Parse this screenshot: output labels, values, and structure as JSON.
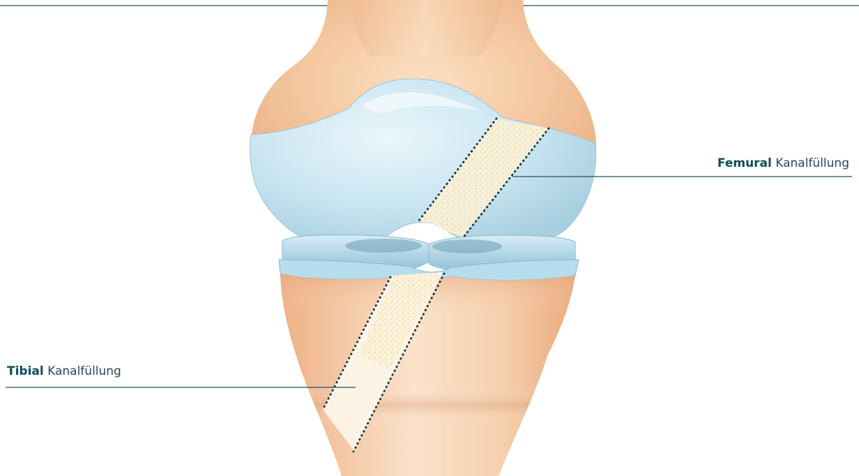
{
  "labels": {
    "femural": {
      "bold": "Femural",
      "rest": "Kanalfüllung"
    },
    "tibial": {
      "bold": "Tibial",
      "rest": "Kanalfüllung"
    }
  },
  "colors": {
    "bone": "#f3c39a",
    "bone_light": "#fbe3c8",
    "cartilage": "#bfe1ef",
    "cartilage_light": "#e6f4fa",
    "cartilage_shadow": "#9fc5d6",
    "meniscus": "#a9d0e1",
    "filling_dots": "#f3c93a",
    "leader_line": "#1f4f63",
    "dotted_outline": "#1b3b4d"
  }
}
